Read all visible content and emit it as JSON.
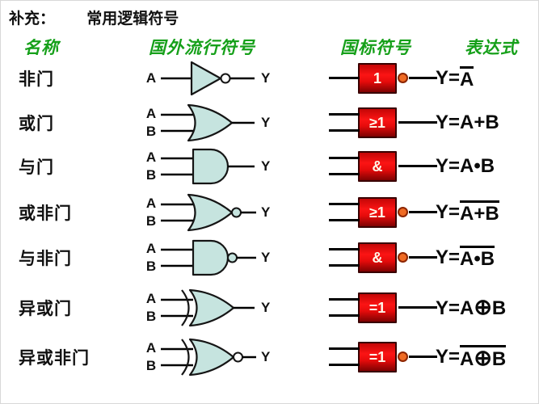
{
  "title": {
    "prefix": "补充：",
    "text": "常用逻辑符号"
  },
  "headers": {
    "name": "名称",
    "foreign": "国外流行符号",
    "gb": "国标符号",
    "expr": "表达式"
  },
  "colors": {
    "header_green": "#16a01a",
    "gate_fill": "#c6e4df",
    "gb_box_red": "#e60b0b",
    "bubble_orange": "#ef6b24",
    "text_black": "#111111"
  },
  "rows": [
    {
      "name": "非门",
      "gate": "not",
      "inputs": [
        "A"
      ],
      "output": "Y",
      "gb_label": "1",
      "gb_inverted": true,
      "expr_segments": [
        {
          "t": "Y=",
          "ov": false
        },
        {
          "t": "A",
          "ov": true
        }
      ]
    },
    {
      "name": "或门",
      "gate": "or",
      "inputs": [
        "A",
        "B"
      ],
      "output": "Y",
      "gb_label": "≥1",
      "gb_inverted": false,
      "expr_segments": [
        {
          "t": "Y=A+B",
          "ov": false
        }
      ]
    },
    {
      "name": "与门",
      "gate": "and",
      "inputs": [
        "A",
        "B"
      ],
      "output": "Y",
      "gb_label": "&",
      "gb_inverted": false,
      "expr_segments": [
        {
          "t": "Y=A•B",
          "ov": false
        }
      ]
    },
    {
      "name": "或非门",
      "gate": "nor",
      "inputs": [
        "A",
        "B"
      ],
      "output": "Y",
      "gb_label": "≥1",
      "gb_inverted": true,
      "expr_segments": [
        {
          "t": "Y=",
          "ov": false
        },
        {
          "t": "A+B",
          "ov": true
        }
      ]
    },
    {
      "name": "与非门",
      "gate": "nand",
      "inputs": [
        "A",
        "B"
      ],
      "output": "Y",
      "gb_label": "&",
      "gb_inverted": true,
      "expr_segments": [
        {
          "t": "Y=",
          "ov": false
        },
        {
          "t": "A•B",
          "ov": true
        }
      ]
    },
    {
      "name": "异或门",
      "gate": "xor",
      "inputs": [
        "A",
        "B"
      ],
      "output": "Y",
      "gb_label": "=1",
      "gb_inverted": false,
      "expr_segments": [
        {
          "t": "Y=A⊕B",
          "ov": false
        }
      ]
    },
    {
      "name": "异或非门",
      "gate": "xnor",
      "inputs": [
        "A",
        "B"
      ],
      "output": "Y",
      "gb_label": "=1",
      "gb_inverted": true,
      "expr_segments": [
        {
          "t": "Y=",
          "ov": false
        },
        {
          "t": "A⊕B",
          "ov": true
        }
      ]
    }
  ]
}
